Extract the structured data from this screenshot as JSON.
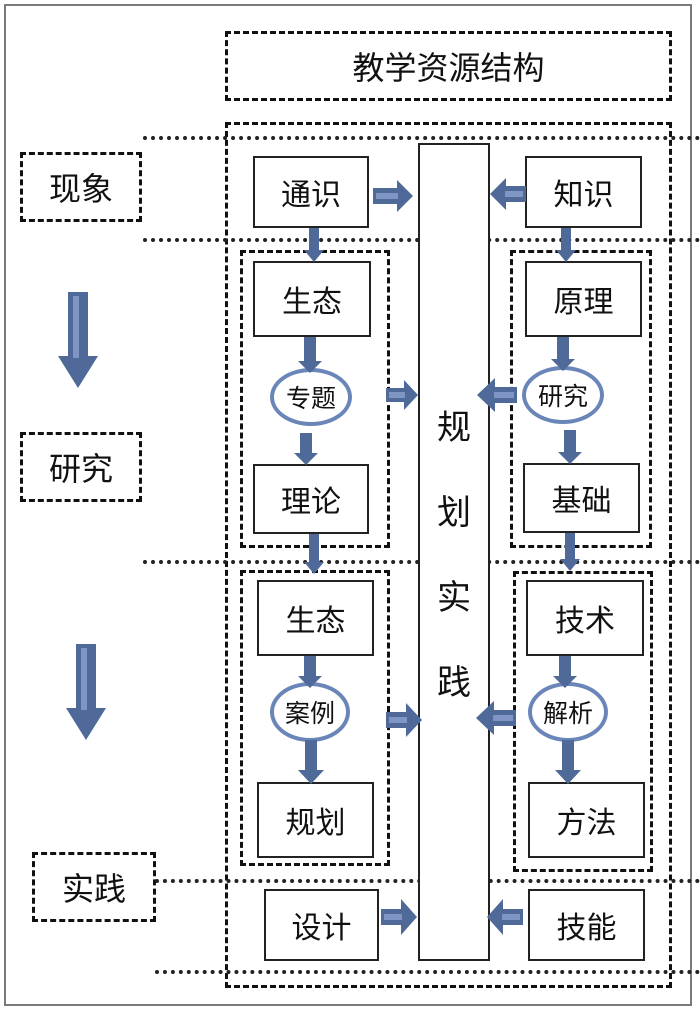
{
  "title": "教学资源结构",
  "stages": [
    {
      "id": "phenomenon",
      "label": "现象"
    },
    {
      "id": "research",
      "label": "研究"
    },
    {
      "id": "practice",
      "label": "实践"
    }
  ],
  "center_column": {
    "label_chars": [
      "规",
      "划",
      "实",
      "践"
    ]
  },
  "top_row": {
    "left": "通识",
    "right": "知识"
  },
  "research_group": {
    "left": {
      "top": "生态",
      "middle": "专题",
      "bottom": "理论"
    },
    "right": {
      "top": "原理",
      "middle": "研究",
      "bottom": "基础"
    }
  },
  "practice_group": {
    "left": {
      "top": "生态",
      "middle": "案例",
      "bottom": "规划"
    },
    "right": {
      "top": "技术",
      "middle": "解析",
      "bottom": "方法"
    }
  },
  "bottom_row": {
    "left": "设计",
    "right": "技能"
  },
  "colors": {
    "arrow": "#4f6a98",
    "arrow_highlight": "#7f96c4",
    "ellipse_border": "#6a85b8",
    "border": "#111111"
  }
}
